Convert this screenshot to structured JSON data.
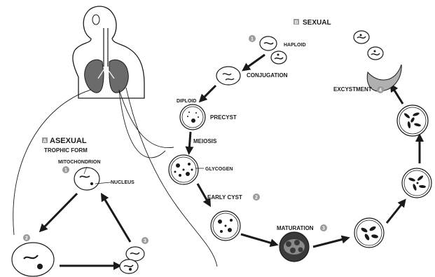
{
  "labels": {
    "section_b_badge": "B",
    "section_b_title": "SEXUAL",
    "haploid": "HAPLOID",
    "conjugation": "CONJUGATION",
    "diploid": "DIPLOID",
    "precyst": "PRECYST",
    "meiosis": "MEIOSIS",
    "glycogen": "GLYCOGEN",
    "early_cyst": "EARLY CYST",
    "maturation": "MATURATION",
    "excystment": "EXCYSTMENT",
    "section_a_badge": "A",
    "section_a_title": "ASEXUAL",
    "trophic_form": "TROPHIC FORM",
    "mitochondrion": "MITOCHONDRION",
    "nucleus": "NUCLEUS"
  },
  "steps": {
    "s1": "1",
    "s2": "2",
    "s3": "3",
    "s4": "4"
  },
  "colors": {
    "ink": "#1a1a1a",
    "lung": "#6b6b6b",
    "badge": "#9a9a9a",
    "cyst_dark": "#3a3a3a"
  }
}
